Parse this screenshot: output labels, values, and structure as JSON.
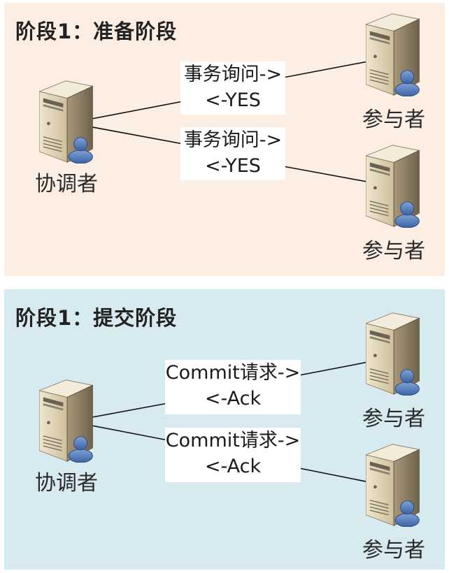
{
  "phase_prepare": {
    "title": "阶段1：准备阶段",
    "coordinator_label": "协调者",
    "participant_top_label": "参与者",
    "participant_bottom_label": "参与者",
    "message_top": {
      "request": "事务询问->",
      "reply": "<-YES"
    },
    "message_bottom": {
      "request": "事务询问->",
      "reply": "<-YES"
    }
  },
  "phase_commit": {
    "title": "阶段1：提交阶段",
    "coordinator_label": "协调者",
    "participant_top_label": "参与者",
    "participant_bottom_label": "参与者",
    "message_top": {
      "request": "Commit请求->",
      "reply": "<-Ack"
    },
    "message_bottom": {
      "request": "Commit请求->",
      "reply": "<-Ack"
    }
  },
  "icons": {
    "coordinator": "server-user-icon",
    "participant": "server-user-icon"
  },
  "colors": {
    "prepare_bg": "#fdeee4",
    "commit_bg": "#d7eaf0",
    "server_body": "#e4d8bd",
    "user_figure": "#4f79b8"
  }
}
